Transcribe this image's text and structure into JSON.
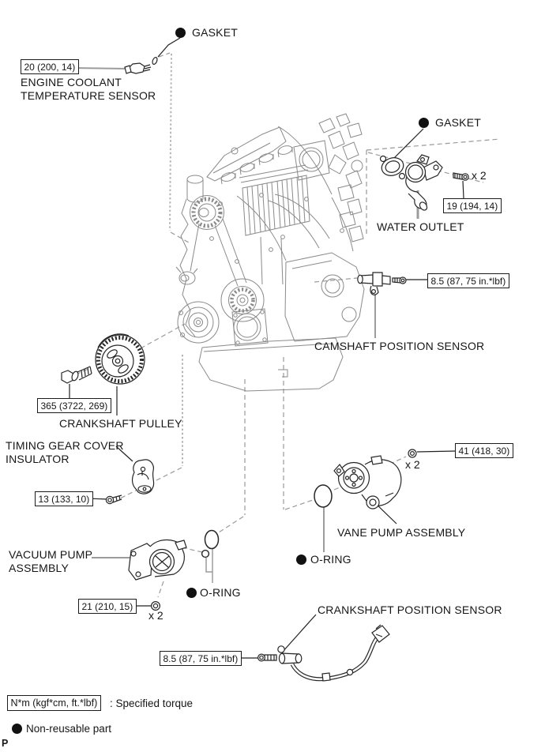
{
  "labels": {
    "gasket_top": "GASKET",
    "ect_sensor": "ENGINE COOLANT\nTEMPERATURE SENSOR",
    "gasket_water_outlet": "GASKET",
    "water_outlet": "WATER OUTLET",
    "camshaft_position_sensor": "CAMSHAFT POSITION SENSOR",
    "crankshaft_pulley": "CRANKSHAFT PULLEY",
    "timing_gear_cover_insulator": "TIMING GEAR COVER\nINSULATOR",
    "vane_pump_assembly": "VANE PUMP ASSEMBLY",
    "o_ring_vane_pump": "O-RING",
    "vacuum_pump_assembly": "VACUUM PUMP\nASSEMBLY",
    "o_ring_vacuum_pump": "O-RING",
    "crankshaft_position_sensor": "CRANKSHAFT POSITION SENSOR"
  },
  "torque_specs": {
    "ect_sensor": "20 (200, 14)",
    "water_outlet": "19 (194, 14)",
    "camshaft_position_sensor": "8.5 (87, 75 in.*lbf)",
    "crankshaft_pulley": "365 (3722, 269)",
    "timing_gear_cover_insulator": "13 (133, 10)",
    "vane_pump": "41 (418, 30)",
    "vacuum_pump": "21 (210, 15)",
    "crankshaft_position_sensor": "8.5 (87, 75 in.*lbf)"
  },
  "quantities": {
    "water_outlet_bolts": "x 2",
    "vane_pump_bolts": "x 2",
    "vacuum_pump_nuts": "x 2"
  },
  "legend": {
    "torque_unit_box": "N*m (kgf*cm, ft.*lbf)",
    "torque_caption": ": Specified torque",
    "non_reusable_caption": "Non-reusable part",
    "page_marker": "P"
  }
}
